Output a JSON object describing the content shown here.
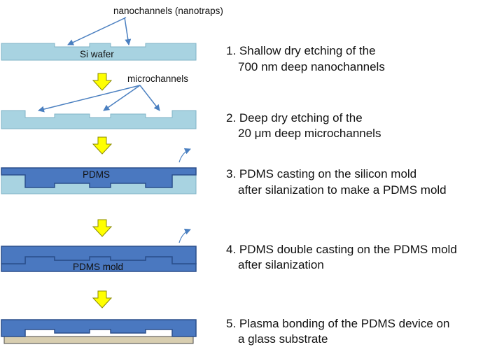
{
  "labels": {
    "nanochannels": "nanochannels (nanotraps)",
    "si_wafer": "Si wafer",
    "microchannels": "microchannels",
    "pdms": "PDMS",
    "pdms_mold": "PDMS mold"
  },
  "steps": [
    {
      "line1": "1. Shallow dry etching of the",
      "line2": "700 nm deep nanochannels"
    },
    {
      "line1": "2. Deep dry etching of the",
      "line2": "20 μm deep microchannels"
    },
    {
      "line1": "3. PDMS casting on the silicon mold",
      "line2": "after silanization to make a PDMS mold"
    },
    {
      "line1": "4. PDMS double casting on the PDMS mold",
      "line2": "after silanization"
    },
    {
      "line1": "5. Plasma bonding of the PDMS device on",
      "line2": "a glass substrate"
    }
  ],
  "colors": {
    "silicon": "#a8d3e1",
    "silicon_edge": "#7fb3c6",
    "pdms": "#4a78c0",
    "pdms_edge": "#2b4f8c",
    "glass": "#d8ceb0",
    "glass_edge": "#4a4a4a",
    "arrow_fill": "#ffff00",
    "arrow_edge": "#8a8a00",
    "pointer": "#4a7fc0"
  }
}
